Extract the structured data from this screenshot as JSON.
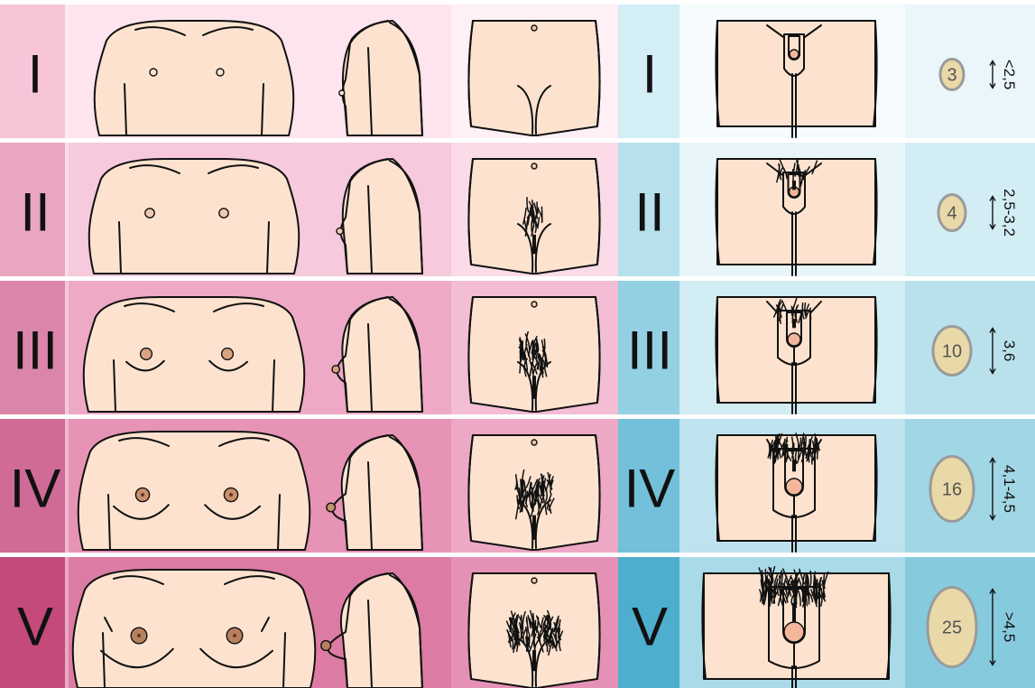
{
  "female_stages": [
    {
      "label": "I"
    },
    {
      "label": "II"
    },
    {
      "label": "III"
    },
    {
      "label": "IV"
    },
    {
      "label": "V"
    }
  ],
  "male_stages": [
    {
      "label": "I",
      "volume": "3",
      "length": "<2,5"
    },
    {
      "label": "II",
      "volume": "4",
      "length": "2,5-3,2"
    },
    {
      "label": "III",
      "volume": "10",
      "length": "3,6"
    },
    {
      "label": "IV",
      "volume": "16",
      "length": "4,1-4,5"
    },
    {
      "label": "V",
      "volume": "25",
      "length": ">4,5"
    }
  ],
  "colors": {
    "female_row_bg": [
      "#fde4ee",
      "#f6c9dc",
      "#eea9c6",
      "#e693b6",
      "#dc7ba3"
    ],
    "female_label_bg": [
      "#f8c4d8",
      "#e8a6c0",
      "#dc85ab",
      "#cf6b96",
      "#c44a7c"
    ],
    "female_panel_bg": [
      "#fff0f6",
      "#fbdbe8",
      "#f3bdd4",
      "#eca8c4",
      "#e591b5"
    ],
    "male_row_bg": [
      "#eaf6fa",
      "#d3edf4",
      "#b8e1ec",
      "#a1d6e5",
      "#86cadd"
    ],
    "male_label_bg": [
      "#d4eef5",
      "#b5e0ec",
      "#93d0e3",
      "#72c0da",
      "#4eaecd"
    ],
    "male_panel_bg": [
      "#f6fbfd",
      "#e8f5f9",
      "#d2ecf3",
      "#bfe3ee",
      "#a9dae8"
    ],
    "skin": "#fde3cf",
    "genital_skin": [
      "#fde3cf",
      "#fbdcc6",
      "#f5d2b8",
      "#eec3a3",
      "#e8b796"
    ],
    "nipple": [
      "#fde3cf",
      "#efc8b0",
      "#d9a282",
      "#cc8f6c",
      "#b88060"
    ],
    "oval_fill": "#ead9a8",
    "oval_stroke": "#9a9a9a"
  },
  "icons": {
    "ruler": "double-headed-arrow"
  }
}
